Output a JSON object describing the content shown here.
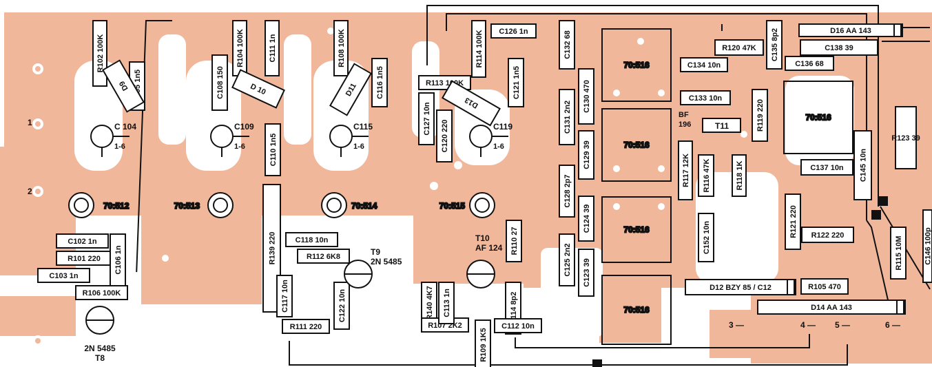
{
  "board": {
    "copper_color": "#f0b79b",
    "ink_color": "#111111",
    "paper_color": "#ffffff"
  },
  "pin_labels": [
    "1",
    "2",
    "3",
    "4",
    "5",
    "6"
  ],
  "resistors": [
    "R102 100K",
    "R104 100K",
    "R108 100K",
    "R114 100K",
    "R120 47K",
    "R113 100K",
    "R101 220",
    "R106 100K",
    "R139 220",
    "R112 6K8",
    "R111 220",
    "R140 4K7",
    "R107 2K2",
    "R109 1K5",
    "R110 27",
    "R117 12K",
    "R116 47K",
    "R118 1K",
    "R119 220",
    "R121 220",
    "R122 220",
    "R105 470",
    "R115 10M",
    "R123 39"
  ],
  "capacitors": [
    "C111 1n",
    "C126 1n",
    "C132 68",
    "C105 1n5",
    "C108 150",
    "C116 1n5",
    "C121 1n5",
    "C134 10n",
    "C135 8p2",
    "C138 39",
    "C136 68",
    "C133 10n",
    "C130 470",
    "C131 2n2",
    "C127 10n",
    "C120 220",
    "C129 39",
    "C110 1n5",
    "C128 2p7",
    "C124 39",
    "C125 2n2",
    "C123 39",
    "C102 1n",
    "C103 1n",
    "C106 1n",
    "C118 10n",
    "C117 10n",
    "C122 10n",
    "C113 1n",
    "C114 8p2",
    "C112 10n",
    "C152 10n",
    "C137 10n",
    "C145 10n",
    "C146 100p"
  ],
  "trimmers": [
    {
      "name": "C 104",
      "range": "1-6"
    },
    {
      "name": "C109",
      "range": "1-6"
    },
    {
      "name": "C115",
      "range": "1-6"
    },
    {
      "name": "C119",
      "range": "1-6"
    }
  ],
  "diodes": [
    "D9",
    "D 10",
    "D11",
    "D13",
    "D12 BZY 85 / C12",
    "D14 AA 143",
    "D16 AA 143"
  ],
  "coils": [
    "70:512",
    "70:513",
    "70:514",
    "70:515",
    "70:516",
    "70:516",
    "70:516",
    "70:516",
    "70:516"
  ],
  "transistors": [
    {
      "ref": "T8",
      "type": "2N 5485"
    },
    {
      "ref": "T9",
      "type": "2N 5485"
    },
    {
      "ref": "T10",
      "type": "AF 124"
    },
    {
      "ref": "T11",
      "type": "BF 196"
    }
  ]
}
